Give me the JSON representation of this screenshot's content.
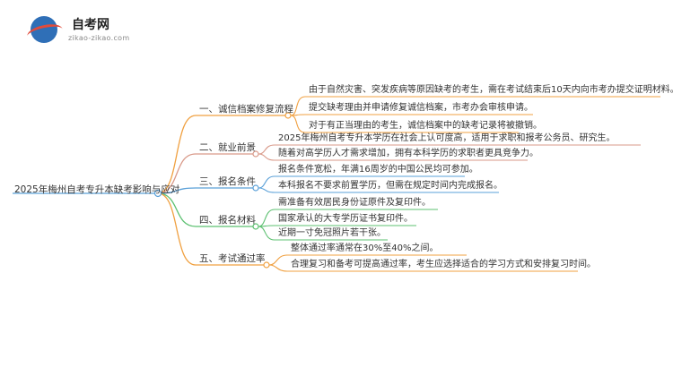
{
  "site": {
    "name": "自考网",
    "url": "zikao-zikao.com"
  },
  "root": "2025年梅州自考专升本缺考影响与应对",
  "branches": [
    {
      "label": "一、诚信档案修复流程",
      "color": "#f0a040",
      "leaves": [
        "由于自然灾害、突发疾病等原因缺考的考生，需在考试结束后10天内向市考办提交证明材料。",
        "提交缺考理由并申请修复诚信档案，市考办会审核申请。",
        "对于有正当理由的考生，诚信档案中的缺考记录将被撤销。"
      ]
    },
    {
      "label": "二、就业前景",
      "color": "#d99a8a",
      "leaves": [
        "2025年梅州自考专升本学历在社会上认可度高，适用于求职和报考公务员、研究生。",
        "随着对高学历人才需求增加，拥有本科学历的求职者更具竞争力。"
      ]
    },
    {
      "label": "三、报名条件",
      "color": "#5aa0d8",
      "leaves": [
        "报名条件宽松，年满16周岁的中国公民均可参加。",
        "本科报名不要求前置学历，但需在规定时间内完成报名。"
      ]
    },
    {
      "label": "四、报名材料",
      "color": "#5cc070",
      "leaves": [
        "需准备有效居民身份证原件及复印件。",
        "国家承认的大专学历证书复印件。",
        "近期一寸免冠照片若干张。"
      ]
    },
    {
      "label": "五、考试通过率",
      "color": "#f0a040",
      "leaves": [
        "整体通过率通常在30%至40%之间。",
        "合理复习和备考可提高通过率，考生应选择适合的学习方式和安排复习时间。"
      ]
    }
  ]
}
